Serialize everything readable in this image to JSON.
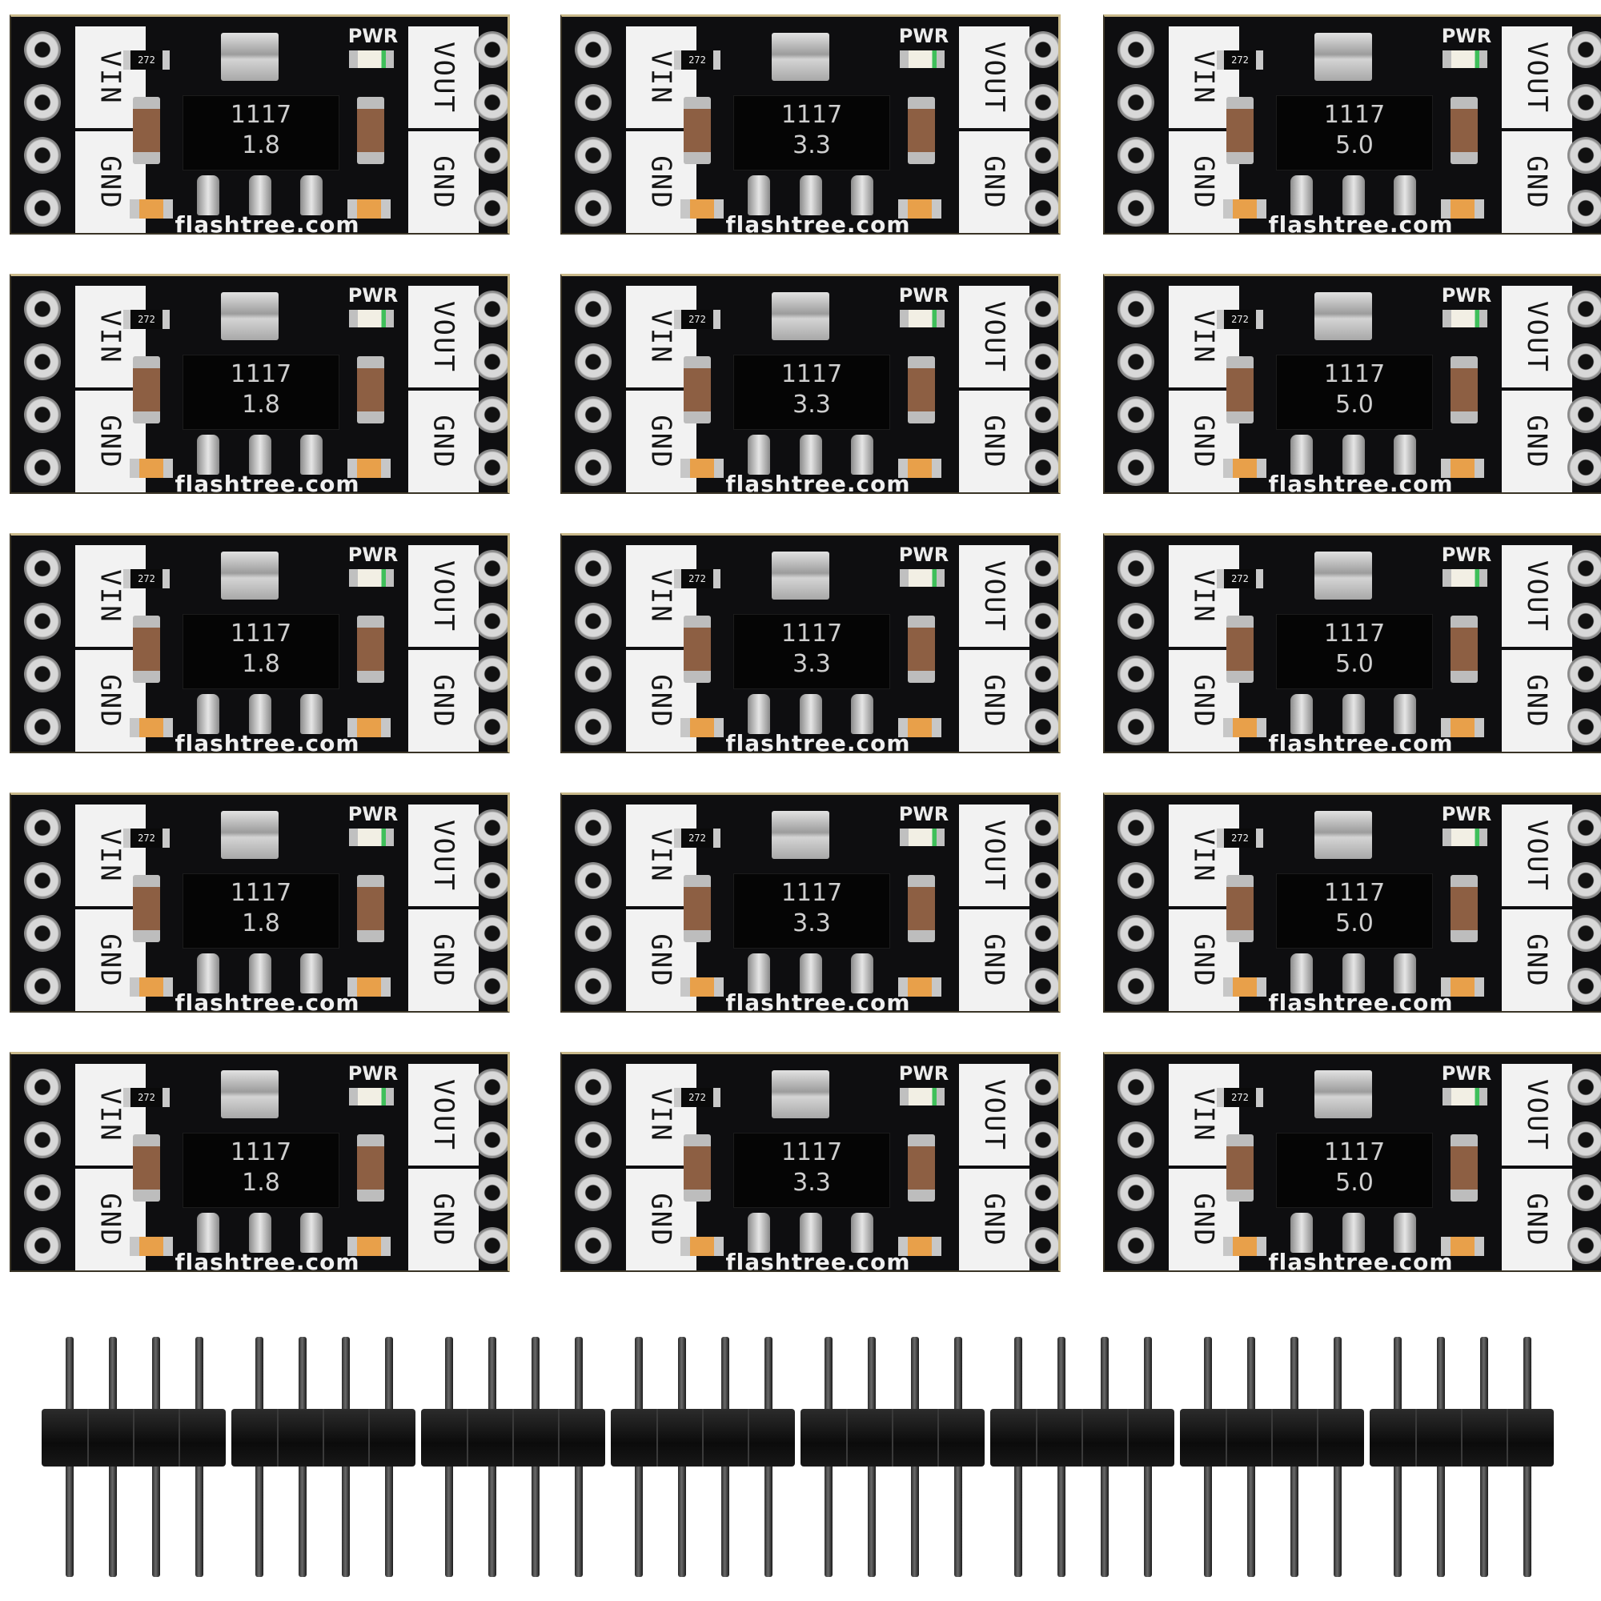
{
  "image": {
    "description_labels": {
      "vin": "VIN",
      "vout": "VOUT",
      "gnd": "GND",
      "pwr": "PWR",
      "resistor_code": "272",
      "chip_part": "1117",
      "brand": "flashtree.com"
    },
    "voltage_columns": [
      "1.8",
      "3.3",
      "5.0"
    ],
    "rows": 5,
    "header_strips": 8,
    "colors": {
      "pcb": "#0e0e10",
      "silkscreen": "#f2f2f2",
      "solder": "#d8d8d8",
      "led_green": "#3fbf5a",
      "cap_orange": "#e8a04a"
    }
  }
}
